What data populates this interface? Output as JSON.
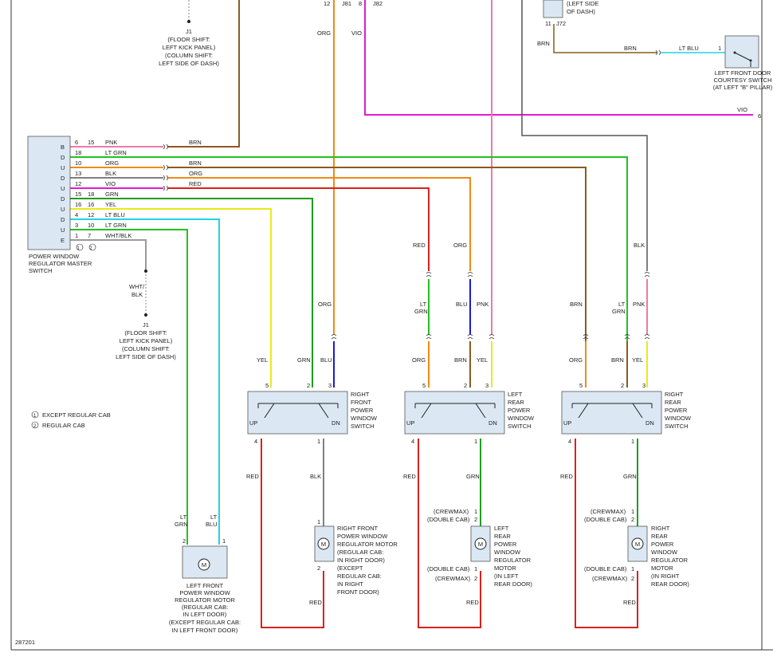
{
  "colors": {
    "PNK": "#ef7aa3",
    "BRN": "#8a5a1e",
    "LTGRN": "#21c21f",
    "ORG": "#f08a16",
    "BLK": "#555555",
    "VIO": "#e21bd0",
    "GRN": "#1d9f1d",
    "YEL": "#e9e91c",
    "LTBLU": "#22d3e6",
    "WHTBLK": "#9a9a9a",
    "RED": "#d9211e",
    "BLU": "#1a1ad4",
    "LTBLUE2": "#3ecfe0"
  },
  "top": {
    "j1_top": [
      "J1",
      "(FLOOR SHIFT:",
      "LEFT KICK PANEL)",
      "(COLUMN SHIFT:",
      "LEFT SIDE OF DASH)"
    ],
    "pin12": "12",
    "j81": "J81",
    "pin8": "8",
    "j82": "J82",
    "org": "ORG",
    "vio": "VIO",
    "left_side_dash": [
      "(LEFT SIDE",
      "OF DASH)"
    ],
    "pin11": "11",
    "j72": "J72",
    "brn1": "BRN",
    "brn2": "BRN",
    "ltblu": "LT BLU",
    "pin1": "1",
    "courtesy": [
      "LEFT FRONT DOOR",
      "COURTESY SWITCH",
      "(AT LEFT \"B\" PILLAR)"
    ],
    "vio_right": "VIO",
    "pin6": "6"
  },
  "master": {
    "pins": [
      {
        "letter": "B",
        "p1": "6",
        "p2": "15",
        "color": "PNK"
      },
      {
        "letter": "D",
        "p1": "18",
        "p2": "",
        "color": "LT GRN"
      },
      {
        "letter": "U",
        "p1": "10",
        "p2": "",
        "color": "ORG"
      },
      {
        "letter": "D",
        "p1": "13",
        "p2": "",
        "color": "BLK"
      },
      {
        "letter": "U",
        "p1": "12",
        "p2": "",
        "color": "VIO"
      },
      {
        "letter": "D",
        "p1": "15",
        "p2": "18",
        "color": "GRN"
      },
      {
        "letter": "U",
        "p1": "16",
        "p2": "16",
        "color": "YEL"
      },
      {
        "letter": "D",
        "p1": "4",
        "p2": "12",
        "color": "LT BLU"
      },
      {
        "letter": "U",
        "p1": "3",
        "p2": "10",
        "color": "LT GRN"
      },
      {
        "letter": "E",
        "p1": "1",
        "p2": "7",
        "color": "WHT/BLK"
      }
    ],
    "circ1": "1",
    "circ2": "2",
    "label": [
      "POWER WINDOW",
      "REGULATOR MASTER",
      "SWITCH"
    ],
    "wire_right": [
      "BRN",
      "BRN",
      "ORG",
      "RED"
    ],
    "wht": "WHT/",
    "blk": "BLK",
    "j1_bottom": [
      "J1",
      "(FLOOR SHIFT:",
      "LEFT KICK PANEL)",
      "(COLUMN SHIFT:",
      "LEFT SIDE OF DASH)"
    ]
  },
  "legend": [
    "EXCEPT REGULAR CAB",
    "REGULAR CAB"
  ],
  "legend_nums": [
    "1",
    "2"
  ],
  "switches": [
    {
      "name": [
        "RIGHT",
        "FRONT",
        "POWER",
        "WINDOW",
        "SWITCH"
      ],
      "w1": "YEL",
      "w2": "GRN",
      "w3": "BLU",
      "up": "UP",
      "dn": "DN",
      "p5": "5",
      "p2": "2",
      "p3": "3",
      "p4": "4",
      "p1": "1"
    },
    {
      "name": [
        "LEFT",
        "REAR",
        "POWER",
        "WINDOW",
        "SWITCH"
      ],
      "w1": "ORG",
      "w2": "BRN",
      "w3": "YEL",
      "up": "UP",
      "dn": "DN",
      "p5": "5",
      "p2": "2",
      "p3": "3",
      "p4": "4",
      "p1": "1"
    },
    {
      "name": [
        "RIGHT",
        "REAR",
        "POWER",
        "WINDOW",
        "SWITCH"
      ],
      "w1": "ORG",
      "w2": "BRN",
      "w3": "YEL",
      "up": "UP",
      "dn": "DN",
      "p5": "5",
      "p2": "2",
      "p3": "3",
      "p4": "4",
      "p1": "1"
    }
  ],
  "mid_labels": {
    "org_s1": "ORG",
    "red_s2": "RED",
    "org_s2": "ORG",
    "ltgrn_s2": [
      "LT",
      "GRN"
    ],
    "blu_s2": "BLU",
    "pnk_s2": "PNK",
    "blk_s3": "BLK",
    "brn_s3": "BRN",
    "ltgrn_s3": [
      "LT",
      "GRN"
    ],
    "pnk_s3": "PNK"
  },
  "motors": {
    "m0": {
      "label": [
        "LEFT FRONT",
        "POWER WINDOW",
        "REGULATOR MOTOR",
        "(REGULAR CAB:",
        "IN LEFT DOOR)",
        "(EXCEPT REGULAR CAB:",
        "IN LEFT FRONT DOOR)"
      ],
      "w1": [
        "LT",
        "GRN"
      ],
      "w2": [
        "LT",
        "BLU"
      ],
      "p2": "2",
      "p1": "1",
      "m": "M"
    },
    "m1": {
      "label": [
        "RIGHT FRONT",
        "POWER WINDOW",
        "REGULATOR MOTOR",
        "(REGULAR CAB:",
        "IN RIGHT DOOR)",
        "(EXCEPT",
        "REGULAR CAB:",
        "IN RIGHT",
        "FRONT DOOR)"
      ],
      "top": "BLK",
      "left": "RED",
      "bottom": "RED",
      "p1": "1",
      "p2": "2",
      "m": "M"
    },
    "m2": {
      "label": [
        "LEFT",
        "REAR",
        "POWER",
        "WINDOW",
        "REGULATOR",
        "MOTOR",
        "(IN LEFT",
        "REAR DOOR)"
      ],
      "top": "GRN",
      "left": "RED",
      "bottom": "RED",
      "c1": "(CREWMAX)",
      "c1p": "1",
      "c2": "(DOUBLE CAB)",
      "c2p": "2",
      "c3": "(DOUBLE CAB)",
      "c3p": "1",
      "c4": "(CREWMAX)",
      "c4p": "2",
      "m": "M"
    },
    "m3": {
      "label": [
        "RIGHT",
        "REAR",
        "POWER",
        "WINDOW",
        "REGULATOR",
        "MOTOR",
        "(IN RIGHT",
        "REAR DOOR)"
      ],
      "top": "GRN",
      "left": "RED",
      "bottom": "RED",
      "c1": "(CREWMAX)",
      "c1p": "1",
      "c2": "(DOUBLE CAB)",
      "c2p": "2",
      "c3": "(DOUBLE CAB)",
      "c3p": "1",
      "c4": "(CREWMAX)",
      "c4p": "2",
      "m": "M"
    }
  },
  "figure_number": "287201"
}
